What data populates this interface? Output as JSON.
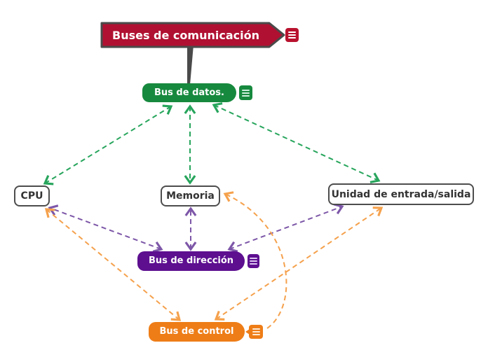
{
  "diagram": {
    "title": "Buses de comunicación",
    "background": "#ffffff",
    "nodes": {
      "root": {
        "label": "Buses de comunicación",
        "shape": "arrow-banner",
        "fill": "#b01031",
        "border": "#4a4a4a",
        "text_color": "#ffffff",
        "has_notes": true
      },
      "bus_datos": {
        "label": "Bus de datos.",
        "shape": "pill",
        "fill": "#17893e",
        "text_color": "#ffffff",
        "has_notes": true
      },
      "bus_direccion": {
        "label": "Bus de dirección",
        "shape": "pill",
        "fill": "#5d0f90",
        "text_color": "#ffffff",
        "has_notes": true
      },
      "bus_control": {
        "label": "Bus de control",
        "shape": "pill",
        "fill": "#ee7d17",
        "text_color": "#ffffff",
        "has_notes": true
      },
      "cpu": {
        "label": "CPU",
        "shape": "box",
        "fill": "#ffffff",
        "border": "#4d4d4d",
        "text_color": "#333333"
      },
      "memoria": {
        "label": "Memoria",
        "shape": "box",
        "fill": "#ffffff",
        "border": "#4d4d4d",
        "text_color": "#333333"
      },
      "unidad": {
        "label": "Unidad de entrada/salida",
        "shape": "box",
        "fill": "#ffffff",
        "border": "#4d4d4d",
        "text_color": "#333333"
      }
    },
    "trunk": {
      "from": "Buses de comunicación",
      "to": "Bus de datos.",
      "style": "solid-tapered",
      "color": "#4a4a4a"
    },
    "edges": {
      "colors": {
        "data_bus": "#27a55c",
        "address_bus": "#7d57a8",
        "control_bus": "#f5a14c"
      },
      "list": [
        {
          "from": "Bus de datos.",
          "to": "CPU",
          "color": "#27a55c",
          "style": "dashed",
          "arrows": "both",
          "shape": "straight"
        },
        {
          "from": "Bus de datos.",
          "to": "Memoria",
          "color": "#27a55c",
          "style": "dashed",
          "arrows": "both",
          "shape": "straight"
        },
        {
          "from": "Bus de datos.",
          "to": "Unidad de entrada/salida",
          "color": "#27a55c",
          "style": "dashed",
          "arrows": "both",
          "shape": "straight"
        },
        {
          "from": "Bus de dirección",
          "to": "CPU",
          "color": "#7d57a8",
          "style": "dashed",
          "arrows": "both",
          "shape": "straight"
        },
        {
          "from": "Bus de dirección",
          "to": "Memoria",
          "color": "#7d57a8",
          "style": "dashed",
          "arrows": "both",
          "shape": "straight"
        },
        {
          "from": "Bus de dirección",
          "to": "Unidad de entrada/salida",
          "color": "#7d57a8",
          "style": "dashed",
          "arrows": "both",
          "shape": "straight"
        },
        {
          "from": "Bus de control",
          "to": "CPU",
          "color": "#f5a14c",
          "style": "dashed",
          "arrows": "both",
          "shape": "straight"
        },
        {
          "from": "Bus de control",
          "to": "Memoria",
          "color": "#f5a14c",
          "style": "dashed",
          "arrows": "end",
          "shape": "curved"
        },
        {
          "from": "Bus de control",
          "to": "Unidad de entrada/salida",
          "color": "#f5a14c",
          "style": "dashed",
          "arrows": "both",
          "shape": "straight"
        }
      ]
    },
    "icons": {
      "notes": {
        "name": "notes-icon",
        "glyph": "≡",
        "description": "rounded square with three horizontal lines"
      }
    }
  }
}
